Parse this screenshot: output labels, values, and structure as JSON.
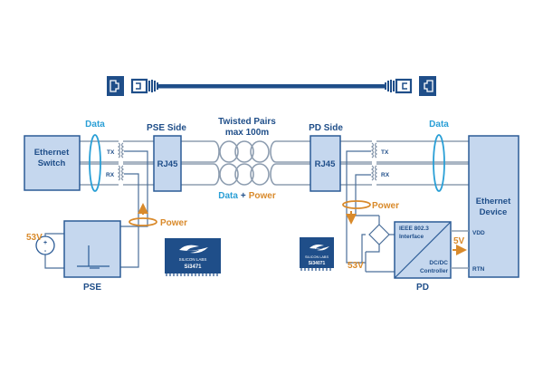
{
  "colors": {
    "navy": "#1f4e89",
    "data_blue": "#2a9fd6",
    "power_orange": "#d98a2b",
    "box_fill": "#c5d7ee",
    "wire_gray": "#8d9db0"
  },
  "cable": {
    "icon": "ethernet-cable-icon"
  },
  "labels": {
    "data_left": "Data",
    "data_right": "Data",
    "pse_side": "PSE Side",
    "pd_side": "PD Side",
    "twisted_pairs_line1": "Twisted Pairs",
    "twisted_pairs_line2": "max 100m",
    "data_word": "Data",
    "plus": "+",
    "power_word": "Power",
    "power_left": "Power",
    "power_right": "Power",
    "tx_left": "TX",
    "rx_left": "RX",
    "tx_right": "TX",
    "rx_right": "RX",
    "v53_left": "53V",
    "v53_right": "53V",
    "v5": "5V",
    "vdd": "VDD",
    "rtn": "RTN",
    "pse": "PSE",
    "pd": "PD"
  },
  "boxes": {
    "ethernet_switch_line1": "Ethernet",
    "ethernet_switch_line2": "Switch",
    "rj45_left": "RJ45",
    "rj45_right": "RJ45",
    "ethernet_device_line1": "Ethernet",
    "ethernet_device_line2": "Device",
    "ieee_line1": "IEEE 802.3",
    "ieee_line2": "Interface",
    "dcdc_line1": "DC/DC",
    "dcdc_line2": "Controller"
  },
  "chips": [
    {
      "brand": "SILICON LABS",
      "part": "Si3471"
    },
    {
      "brand": "SILICON LABS",
      "part": "Si34071"
    }
  ],
  "source": {
    "plus": "+",
    "minus": "-"
  }
}
